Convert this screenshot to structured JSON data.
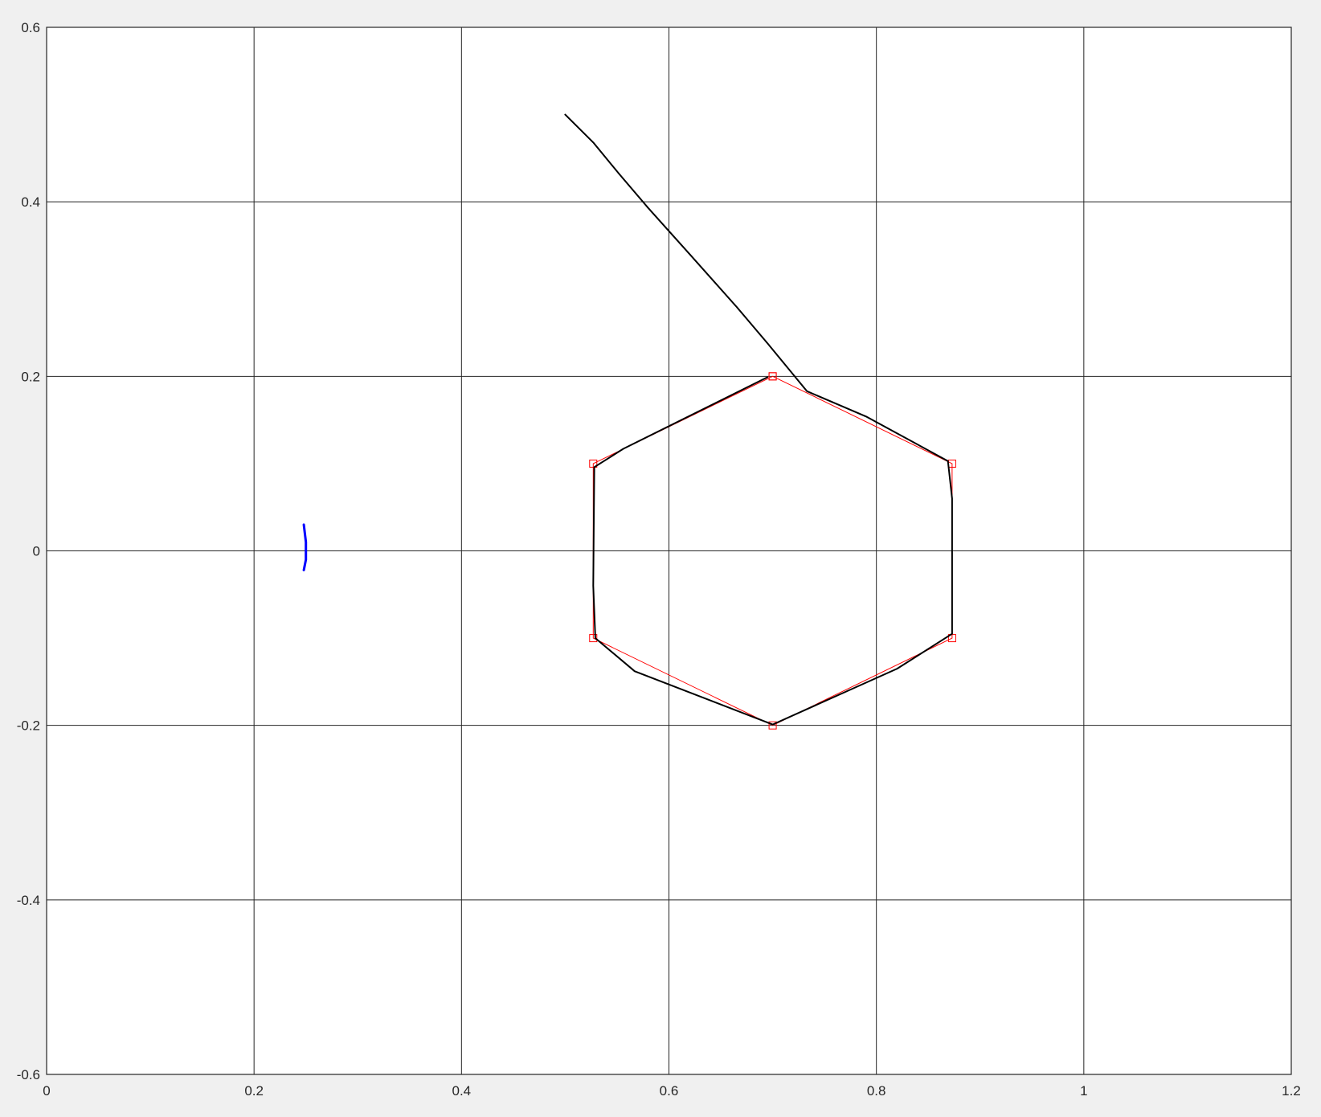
{
  "chart_data": {
    "type": "line",
    "title": "",
    "xlabel": "",
    "ylabel": "",
    "xlim": [
      0,
      1.2
    ],
    "ylim": [
      -0.6,
      0.6
    ],
    "grid": true,
    "xticks": [
      {
        "value": 0,
        "label": "0"
      },
      {
        "value": 0.2,
        "label": "0.2"
      },
      {
        "value": 0.4,
        "label": "0.4"
      },
      {
        "value": 0.6,
        "label": "0.6"
      },
      {
        "value": 0.8,
        "label": "0.8"
      },
      {
        "value": 1.0,
        "label": "1"
      },
      {
        "value": 1.2,
        "label": "1.2"
      }
    ],
    "yticks": [
      {
        "value": -0.6,
        "label": "-0.6"
      },
      {
        "value": -0.4,
        "label": "-0.4"
      },
      {
        "value": -0.2,
        "label": "-0.2"
      },
      {
        "value": 0,
        "label": "0"
      },
      {
        "value": 0.2,
        "label": "0.2"
      },
      {
        "value": 0.4,
        "label": "0.4"
      },
      {
        "value": 0.6,
        "label": "0.6"
      }
    ],
    "series": [
      {
        "color": "#ff0000",
        "marker": "square",
        "style": "reference hexagon",
        "x": [
          0.7,
          0.873,
          0.873,
          0.7,
          0.527,
          0.527,
          0.7
        ],
        "y": [
          0.2,
          0.1,
          -0.1,
          -0.2,
          -0.1,
          0.1,
          0.2
        ]
      },
      {
        "color": "#000000",
        "style": "trajectory",
        "x": [
          0.5,
          0.527,
          0.552,
          0.58,
          0.62,
          0.665,
          0.695,
          0.733,
          0.79,
          0.869,
          0.873,
          0.873,
          0.82,
          0.7,
          0.567,
          0.529,
          0.527,
          0.528,
          0.556,
          0.695
        ],
        "y": [
          0.5,
          0.468,
          0.432,
          0.393,
          0.34,
          0.28,
          0.238,
          0.183,
          0.154,
          0.103,
          0.06,
          -0.095,
          -0.135,
          -0.199,
          -0.138,
          -0.1,
          -0.04,
          0.096,
          0.117,
          0.199
        ]
      },
      {
        "color": "#0000ff",
        "style": "arc",
        "x": [
          0.248,
          0.25,
          0.25,
          0.248
        ],
        "y": [
          0.03,
          0.01,
          -0.01,
          -0.022
        ]
      }
    ]
  }
}
